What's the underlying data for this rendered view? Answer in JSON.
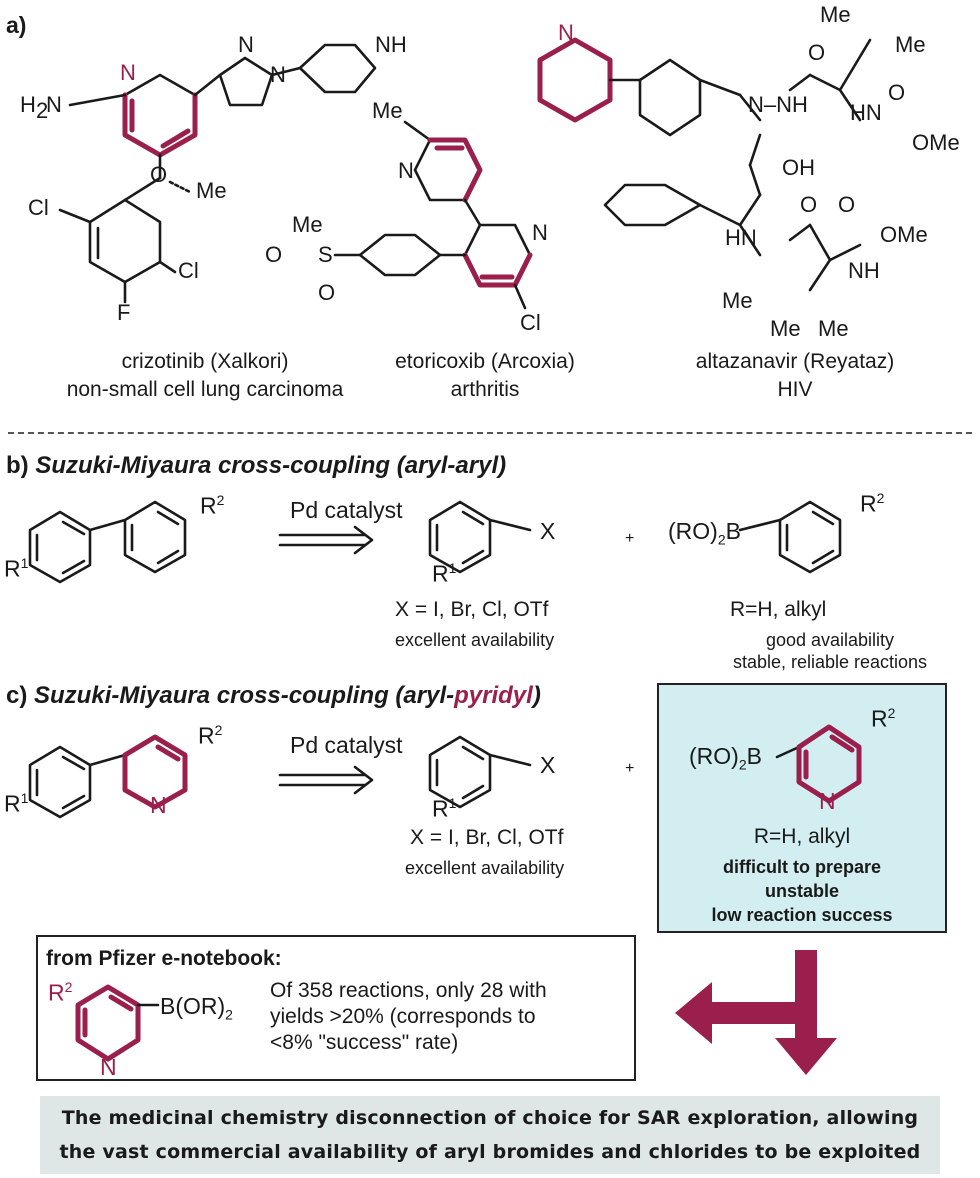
{
  "section_a": {
    "label": "a)",
    "drugs": [
      {
        "name": "crizotinib (Xalkori)",
        "indication": "non-small cell lung carcinoma"
      },
      {
        "name": "etoricoxib (Arcoxia)",
        "indication": "arthritis"
      },
      {
        "name": "altazanavir (Reyataz)",
        "indication": "HIV"
      }
    ],
    "atoms": {
      "n": "N",
      "nh": "NH",
      "h2n": "H",
      "two": "2",
      "n_after": "N",
      "o": "O",
      "me": "Me",
      "cl": "Cl",
      "f": "F",
      "s": "S",
      "oh": "OH",
      "hn": "HN",
      "ome": "OMe",
      "nh_dash": "N–NH",
      "o_me": "OMe",
      "o_dbl": "O",
      "nh_b": "NH"
    }
  },
  "section_b": {
    "label": "b)",
    "title": "Suzuki-Miyaura cross-coupling (aryl-aryl)",
    "catalyst": "Pd catalyst",
    "r1": "R",
    "r2": "R",
    "sup1": "1",
    "sup2": "2",
    "x": "X",
    "plus": "+",
    "boron": "(RO)",
    "boron_sub": "2",
    "boron_b": "B",
    "halides": "X = I, Br, Cl, OTf",
    "halides_note": "excellent availability",
    "r_def": "R=H, alkyl",
    "boron_note1": "good availability",
    "boron_note2": "stable, reliable reactions"
  },
  "section_c": {
    "label": "c)",
    "title_pre": "Suzuki-Miyaura cross-coupling (aryl-",
    "title_accent": "pyridyl",
    "title_post": ")",
    "catalyst": "Pd catalyst",
    "halides": "X = I, Br, Cl, OTf",
    "halides_note": "excellent availability",
    "r_def": "R=H, alkyl",
    "problems": [
      "difficult to prepare",
      "unstable",
      "low reaction success"
    ]
  },
  "pfizer": {
    "title": "from Pfizer e-notebook:",
    "boron_label": "B(OR)",
    "boron_sub": "2",
    "text_lines": [
      "Of 358 reactions, only 28 with",
      "yields >20% (corresponds to",
      "<8% \"success\" rate)"
    ]
  },
  "banner": {
    "lines": [
      "The medicinal chemistry disconnection of choice for SAR exploration, allowing",
      "the vast commercial availability of aryl bromides and chlorides to be exploited"
    ]
  },
  "colors": {
    "accent": "#9a1f4c",
    "box_blue": "#d2eef1",
    "banner_bg": "#dfe6e6"
  }
}
